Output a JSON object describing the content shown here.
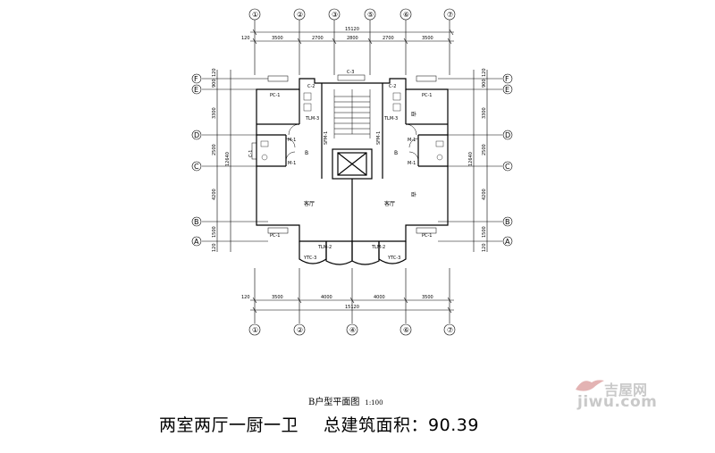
{
  "axes": {
    "top": [
      "①",
      "②",
      "③",
      "⑤",
      "⑥",
      "⑦"
    ],
    "bottom": [
      "①",
      "②",
      "④",
      "⑥",
      "⑦"
    ],
    "left": [
      "F",
      "E",
      "D",
      "C",
      "B",
      "A"
    ],
    "right": [
      "F",
      "E",
      "D",
      "C",
      "B",
      "A"
    ]
  },
  "dimensions": {
    "top_total": "15120",
    "top_segments": [
      "3500",
      "2700",
      "2800",
      "2700",
      "3500"
    ],
    "top_edge": "120",
    "bottom_total": "15120",
    "bottom_segments": [
      "3500",
      "4000",
      "4000",
      "3500"
    ],
    "bottom_edge": "120",
    "left_segments": [
      "120",
      "900",
      "3300",
      "2500",
      "4200",
      "1500",
      "120"
    ],
    "left_total": "12640",
    "right_segments": [
      "120",
      "900",
      "3300",
      "2500",
      "4200",
      "1500",
      "120"
    ],
    "right_total": "12640"
  },
  "labels": {
    "c3": "C-3",
    "c2_left": "C-2",
    "c2_right": "C-2",
    "pc1_tl": "PC-1",
    "pc1_tr": "PC-1",
    "pc1_bl": "PC-1",
    "pc1_br": "PC-1",
    "tlm3_left": "TLM-3",
    "tlm3_right": "TLM-3",
    "m1_a": "M-1",
    "m1_b": "M-1",
    "m1_c": "M-1",
    "m1_d": "M-1",
    "spm1_left": "SFM-1",
    "spm1_right": "SFM-1",
    "tlm2_left": "TLM-2",
    "tlm2_right": "TLM-2",
    "ytc3_left": "YTC-3",
    "ytc3_right": "YTC-3",
    "c1_left": "C-1",
    "kitchen_b_left": "B",
    "kitchen_b_right": "B",
    "living_left": "客厅",
    "living_right": "客厅",
    "bed_left": "卧",
    "bed_right": "卧"
  },
  "title": {
    "name": "B户型平面图",
    "scale": "1:100"
  },
  "summary": {
    "layout": "两室两厅一厨一卫",
    "area": "总建筑面积：90.39"
  },
  "watermark": {
    "cn": "吉屋网",
    "url": "jiwu.com"
  }
}
